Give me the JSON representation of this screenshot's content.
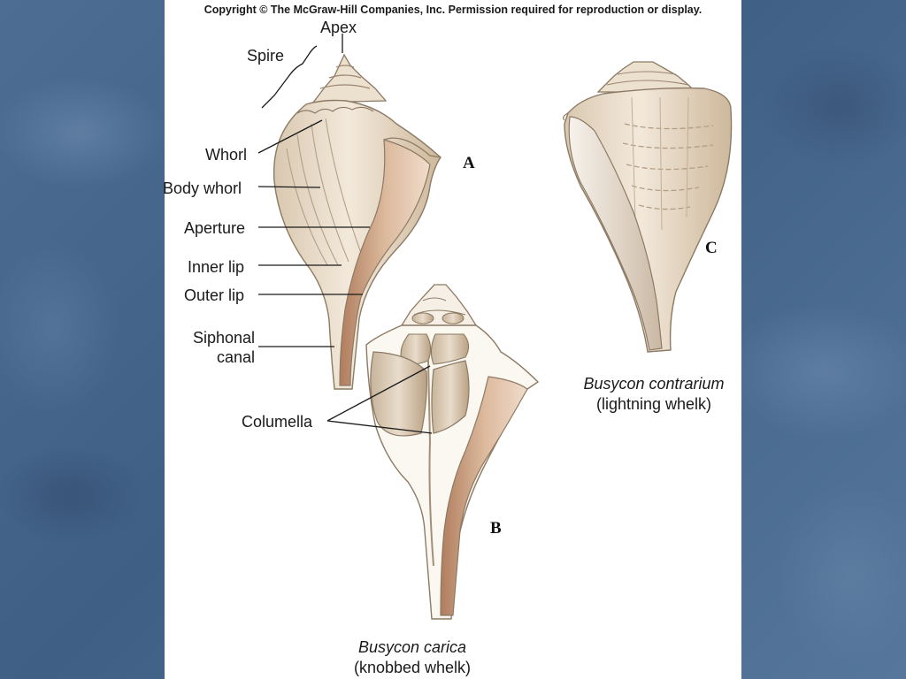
{
  "copyright": "Copyright © The McGraw-Hill Companies, Inc. Permission required for reproduction or display.",
  "labels": {
    "apex": "Apex",
    "spire": "Spire",
    "whorl": "Whorl",
    "body_whorl": "Body whorl",
    "aperture": "Aperture",
    "inner_lip": "Inner lip",
    "outer_lip": "Outer lip",
    "siphonal_canal_line1": "Siphonal",
    "siphonal_canal_line2": "canal",
    "columella": "Columella"
  },
  "letters": {
    "a": "A",
    "b": "B",
    "c": "C"
  },
  "captions": {
    "knobbed": {
      "scientific": "Busycon carica",
      "common": "(knobbed whelk)"
    },
    "lightning": {
      "scientific": "Busycon contrarium",
      "common": "(lightning whelk)"
    }
  }
}
